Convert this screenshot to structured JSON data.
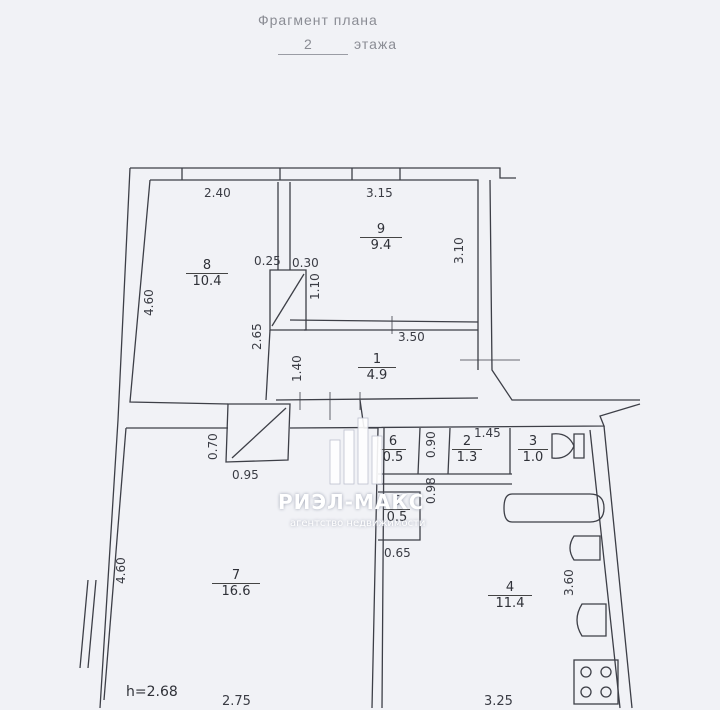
{
  "title": {
    "line1": "Фрагмент плана",
    "floor_number": "2",
    "floor_word": "этажа"
  },
  "rooms": [
    {
      "id": "8",
      "area": "10.4"
    },
    {
      "id": "9",
      "area": "9.4"
    },
    {
      "id": "1",
      "area": "4.9"
    },
    {
      "id": "7",
      "area": "16.6"
    },
    {
      "id": "6",
      "area": "0.5"
    },
    {
      "id": "2",
      "area": "1.3"
    },
    {
      "id": "3",
      "area": "1.0"
    },
    {
      "id": "5",
      "area": "0.5"
    },
    {
      "id": "4",
      "area": "11.4"
    }
  ],
  "dimensions": {
    "d240": "2.40",
    "d315": "3.15",
    "d310": "3.10",
    "d460a": "4.60",
    "d025": "0.25",
    "d030": "0.30",
    "d110": "1.10",
    "d265": "2.65",
    "d350": "3.50",
    "d140": "1.40",
    "d070": "0.70",
    "d095": "0.95",
    "d090": "0.90",
    "d145": "1.45",
    "d098": "0.98",
    "d065": "0.65",
    "d360": "3.60",
    "d460b": "4.60",
    "d275": "2.75",
    "d325": "3.25"
  },
  "ceiling_height": "h=2.68",
  "watermark": {
    "brand": "РИЭЛ-МАКС",
    "tagline": "агентство недвижимости"
  }
}
